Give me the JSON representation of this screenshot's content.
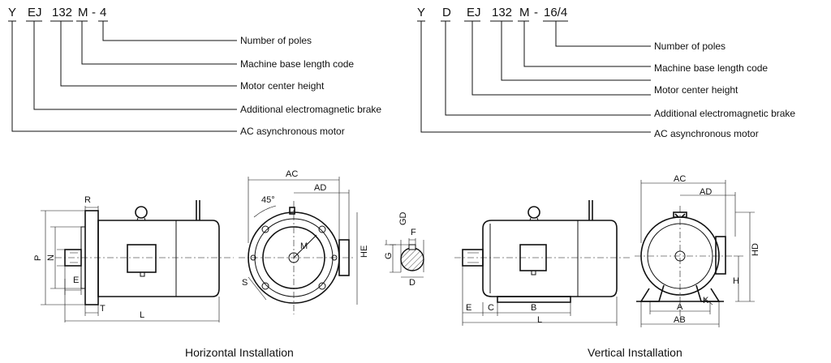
{
  "left_code": {
    "parts": [
      "Y",
      "EJ",
      "132",
      "M",
      "-",
      "4"
    ],
    "labels": [
      "Number of poles",
      "Machine base length code",
      "Motor center height",
      "Additional electromagnetic brake",
      "AC asynchronous motor"
    ]
  },
  "right_code": {
    "parts": [
      "Y",
      "D",
      "EJ",
      "132",
      "M",
      "-",
      "16/4"
    ],
    "labels": [
      "Number of poles",
      "Machine base length code",
      "Motor center height",
      "Additional electromagnetic brake",
      "AC asynchronous motor"
    ]
  },
  "horizontal": {
    "caption": "Horizontal Installation",
    "dims": {
      "R": "R",
      "P": "P",
      "N": "N",
      "E": "E",
      "T": "T",
      "L": "L",
      "AC": "AC",
      "AD": "AD",
      "angle": "45°",
      "M": "M",
      "S": "S",
      "HE": "HE"
    }
  },
  "shaft": {
    "dims": {
      "GD": "GD",
      "F": "F",
      "G": "G",
      "D": "D"
    }
  },
  "vertical": {
    "caption": "Vertical Installation",
    "dims": {
      "E": "E",
      "C": "C",
      "B": "B",
      "L": "L",
      "AC": "AC",
      "AD": "AD",
      "HD": "HD",
      "H": "H",
      "A": "A",
      "K": "K",
      "AB": "AB"
    }
  }
}
